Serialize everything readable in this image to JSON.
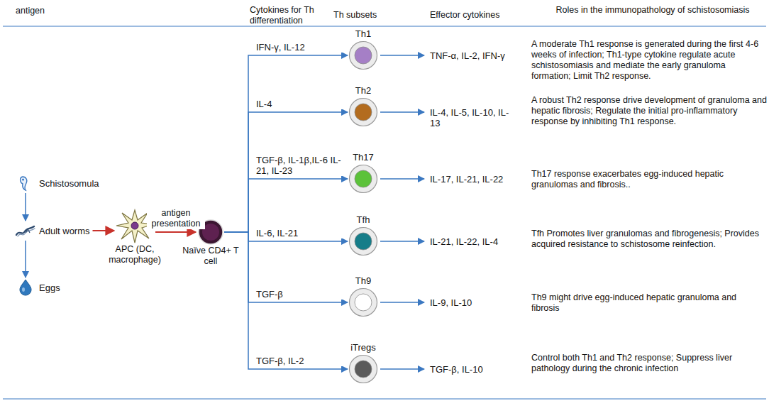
{
  "diagram": {
    "nodes": [
      {
        "text": [
          "Schistosomula"
        ]
      },
      {
        "text": [
          "Adult worms"
        ]
      },
      {
        "text": [
          "Eggs"
        ]
      },
      {
        "text": [
          "APC (DC, macrophage)"
        ]
      },
      {
        "text": [
          "Naïve CD4+ T cell"
        ]
      },
      {
        "text": [
          "Th1"
        ]
      },
      {
        "text": [
          "Th2"
        ]
      },
      {
        "text": [
          "Th17"
        ]
      },
      {
        "text": [
          "Tfh"
        ]
      },
      {
        "text": [
          "Th9"
        ]
      },
      {
        "text": [
          "iTregs"
        ]
      }
    ],
    "edges": [
      {
        "from": 0,
        "to": 1,
        "arrow": "to"
      },
      {
        "from": 1,
        "to": 2,
        "arrow": "to"
      },
      {
        "from": 1,
        "to": 3,
        "arrow": "to"
      },
      {
        "from": 3,
        "to": 4,
        "label": "antigen presentation",
        "arrow": "to"
      },
      {
        "from": 4,
        "to": 5,
        "label": "IFN-γ, IL-12",
        "arrow": "to"
      },
      {
        "from": 4,
        "to": 6,
        "label": "IL-4",
        "arrow": "to"
      },
      {
        "from": 4,
        "to": 7,
        "label": "TGF-β, IL-1β,IL-6 IL-21, IL-23",
        "arrow": "to"
      },
      {
        "from": 4,
        "to": 8,
        "label": "IL-6, IL-21",
        "arrow": "to"
      },
      {
        "from": 4,
        "to": 9,
        "label": "TGF-β",
        "arrow": "to"
      },
      {
        "from": 4,
        "to": 10,
        "label": "TGF-β, IL-2",
        "arrow": "to"
      }
    ],
    "labels": [
      "antigen",
      "Cytokines for Th differentiation",
      "Th subsets",
      "Effector cytokines",
      "Roles in the immunopathology of schistosomiasis",
      "TNF-α, IL-2, IFN-γ",
      "IL-4, IL-5, IL-10, IL-13",
      "IL-17, IL-21, IL-22",
      "IL-21, IL-22, IL-4",
      "IL-9, IL-10",
      "TGF-β, IL-10",
      "A moderate Th1 response is generated during the first 4-6 weeks of infection; Th1-type cytokine regulate acute schistosomiasis and mediate the early granuloma formation; Limit Th2 response.",
      "A robust Th2 response drive development of granuloma and hepatic fibrosis; Regulate the initial pro-inflammatory response by inhibiting Th1 response.",
      "Th17 response exacerbates egg-induced hepatic granulomas and fibrosis..",
      "Tfh Promotes liver granulomas and fibrogenesis; Provides acquired resistance to schistosome reinfection.",
      "Th9 might drive egg-induced hepatic granuloma and fibrosis",
      "Control both Th1 and Th2 response; Suppress liver pathology during the chronic infection"
    ]
  }
}
